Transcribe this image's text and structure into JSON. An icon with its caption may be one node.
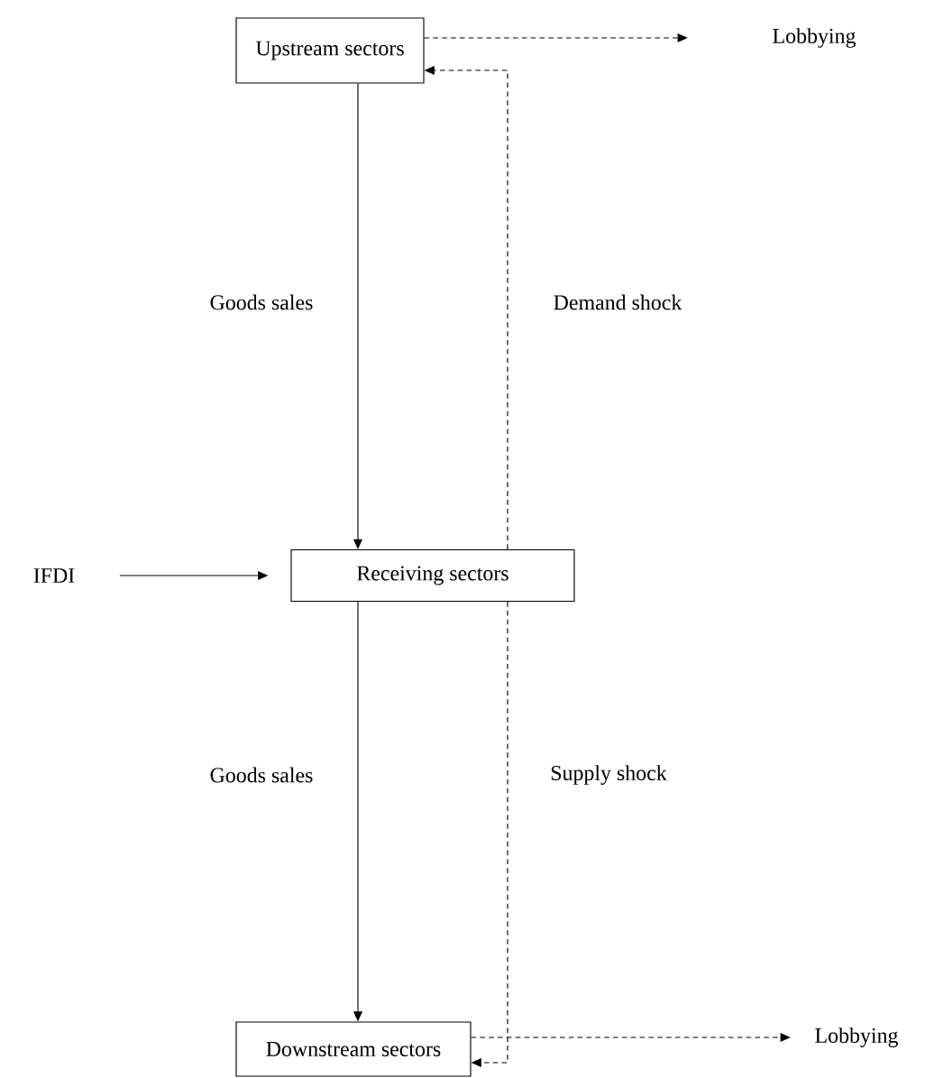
{
  "diagram": {
    "nodes": [
      {
        "text": [
          "Upstream sectors"
        ]
      },
      {
        "text": [
          "Lobbying"
        ]
      },
      {
        "text": [
          "IFDI"
        ]
      },
      {
        "text": [
          "Receiving sectors"
        ]
      },
      {
        "text": [
          "Downstream sectors"
        ]
      },
      {
        "text": [
          "Lobbying"
        ]
      }
    ],
    "edges": [
      {
        "from": 0,
        "to": 1,
        "arrow": "to",
        "style": "dashed"
      },
      {
        "from": 0,
        "to": 3,
        "arrow": "to",
        "label": "Goods sales"
      },
      {
        "from": 3,
        "to": 0,
        "arrow": "to",
        "style": "dashed",
        "label": "Demand shock"
      },
      {
        "from": 2,
        "to": 3,
        "arrow": "to"
      },
      {
        "from": 3,
        "to": 4,
        "arrow": "to",
        "label": "Goods sales"
      },
      {
        "from": 3,
        "to": 4,
        "arrow": "to",
        "style": "dashed",
        "label": "Supply shock"
      },
      {
        "from": 4,
        "to": 5,
        "arrow": "to",
        "style": "dashed"
      }
    ]
  }
}
